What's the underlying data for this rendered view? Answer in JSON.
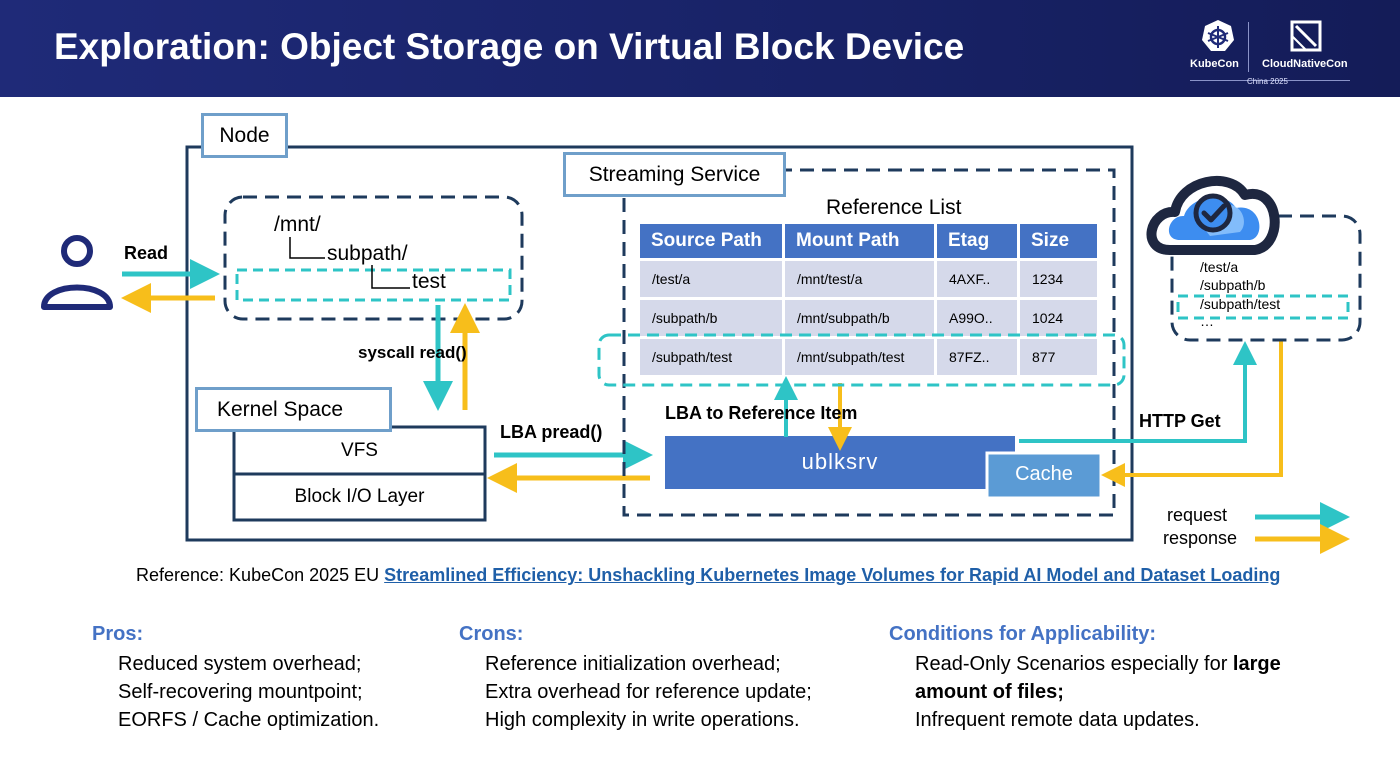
{
  "title": "Exploration: Object Storage on Virtual Block Device",
  "logo": {
    "kubecon": "KubeCon",
    "cloudnativecon": "CloudNativeCon",
    "edition": "China 2025"
  },
  "diagram": {
    "node_label": "Node",
    "read_label": "Read",
    "paths": {
      "mnt": "/mnt/",
      "subpath": "subpath/",
      "test": "test"
    },
    "syscall_label": "syscall read()",
    "kernel_label": "Kernel Space",
    "vfs_label": "VFS",
    "blockio_label": "Block I/O Layer",
    "lba_pread_label": "LBA pread()",
    "streaming_label": "Streaming Service",
    "ref_list_title": "Reference List",
    "table": {
      "headers": [
        "Source Path",
        "Mount Path",
        "Etag",
        "Size"
      ],
      "rows": [
        [
          "/test/a",
          "/mnt/test/a",
          "4AXF..",
          "1234"
        ],
        [
          "/subpath/b",
          "/mnt/subpath/b",
          "A99O..",
          "1024"
        ],
        [
          "/subpath/test",
          "/mnt/subpath/test",
          "87FZ..",
          "877"
        ]
      ]
    },
    "lba_ref_label": "LBA to Reference Item",
    "ublksrv_label": "ublksrv",
    "cache_label": "Cache",
    "http_get_label": "HTTP Get",
    "remote_files": [
      "/test/a",
      "/subpath/b",
      "/subpath/test",
      "…"
    ],
    "legend": {
      "request": "request",
      "response": "response"
    },
    "colors": {
      "request": "#2ec4c6",
      "response": "#f7be1b",
      "border": "#1e3a5c",
      "accent": "#4472c4"
    }
  },
  "reference": {
    "prefix": "Reference: KubeCon 2025 EU ",
    "link": "Streamlined Efficiency: Unshackling Kubernetes Image Volumes for Rapid AI Model and Dataset Loading"
  },
  "pros": {
    "title": "Pros:",
    "items": [
      "Reduced system overhead;",
      "Self-recovering mountpoint;",
      "EORFS / Cache optimization."
    ]
  },
  "cons": {
    "title": "Crons:",
    "items": [
      "Reference initialization overhead;",
      "Extra overhead for reference update;",
      "High complexity in write operations."
    ]
  },
  "conditions": {
    "title": "Conditions for Applicability:",
    "line1_prefix": "Read-Only Scenarios especially for ",
    "line1_bold": "large",
    "line2_bold": "amount of files;",
    "line3": "Infrequent remote data updates."
  }
}
